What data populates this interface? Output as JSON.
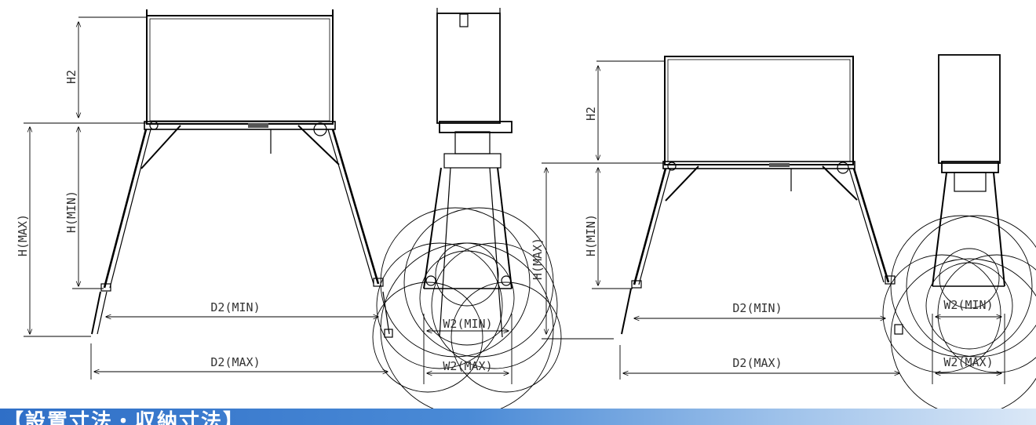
{
  "banner": {
    "title": "【設置寸法・収納寸法】"
  },
  "dimensions": {
    "h2": "H2",
    "h_min": "H(MIN)",
    "h_max": "H(MAX)",
    "d2_min": "D2(MIN)",
    "d2_max": "D2(MAX)",
    "w2_min": "W2(MIN)",
    "w2_max": "W2(MAX)"
  },
  "colors": {
    "line": "#000000",
    "banner_start": "#2f6fc7",
    "banner_end": "#dbe8f7"
  }
}
